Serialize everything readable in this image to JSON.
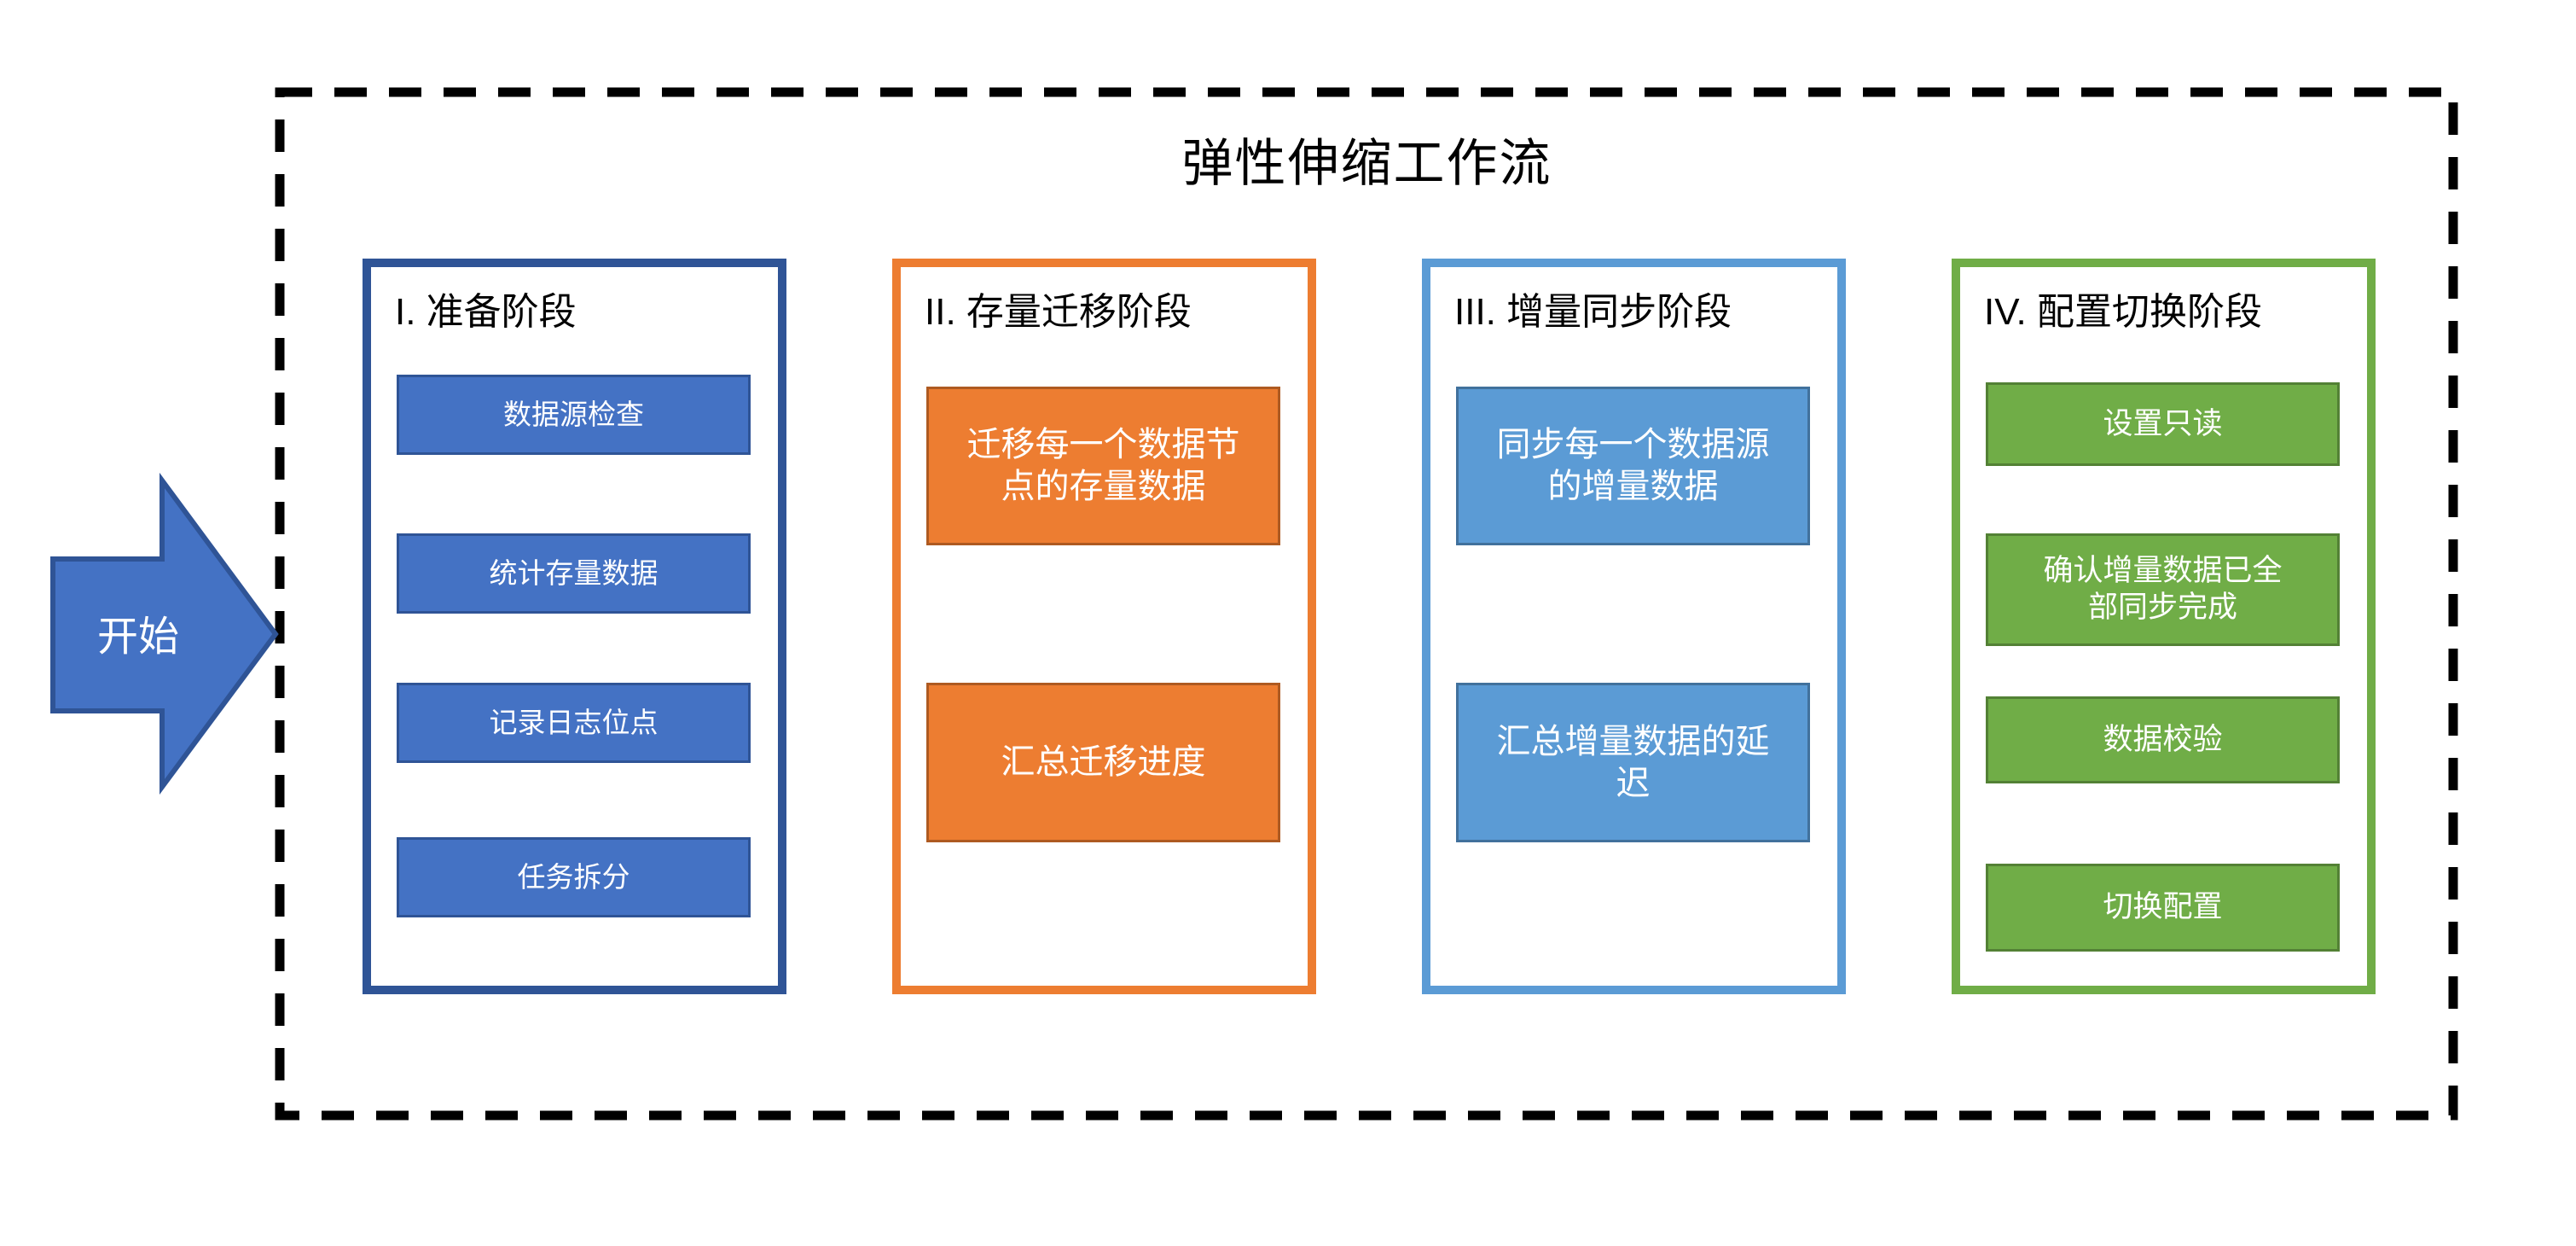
{
  "title": "弹性伸缩工作流",
  "start_label": "开始",
  "colors": {
    "frame_dash": "#000000",
    "arrow_fill": "#4472C4",
    "arrow_border": "#2F5496",
    "phase1_border": "#2F5496",
    "phase1_box_fill": "#4472C4",
    "phase2_border": "#ED7D31",
    "phase2_box_fill": "#ED7D31",
    "phase2_box_border": "#AE5A21",
    "phase3_border": "#5B9BD5",
    "phase3_box_fill": "#5B9BD5",
    "phase3_box_border": "#41719C",
    "phase4_border": "#70AD47",
    "phase4_box_fill": "#70AD47",
    "phase4_box_border": "#538135",
    "box_text": "#ffffff",
    "heading_text": "#000000"
  },
  "phases": [
    {
      "header": "I. 准备阶段",
      "steps": [
        "数据源检查",
        "统计存量数据",
        "记录日志位点",
        "任务拆分"
      ]
    },
    {
      "header": "II. 存量迁移阶段",
      "steps": [
        "迁移每一个数据节\n点的存量数据",
        "汇总迁移进度"
      ]
    },
    {
      "header": "III. 增量同步阶段",
      "steps": [
        "同步每一个数据源\n的增量数据",
        "汇总增量数据的延\n迟"
      ]
    },
    {
      "header": "IV. 配置切换阶段",
      "steps": [
        "设置只读",
        "确认增量数据已全\n部同步完成",
        "数据校验",
        "切换配置"
      ]
    }
  ]
}
